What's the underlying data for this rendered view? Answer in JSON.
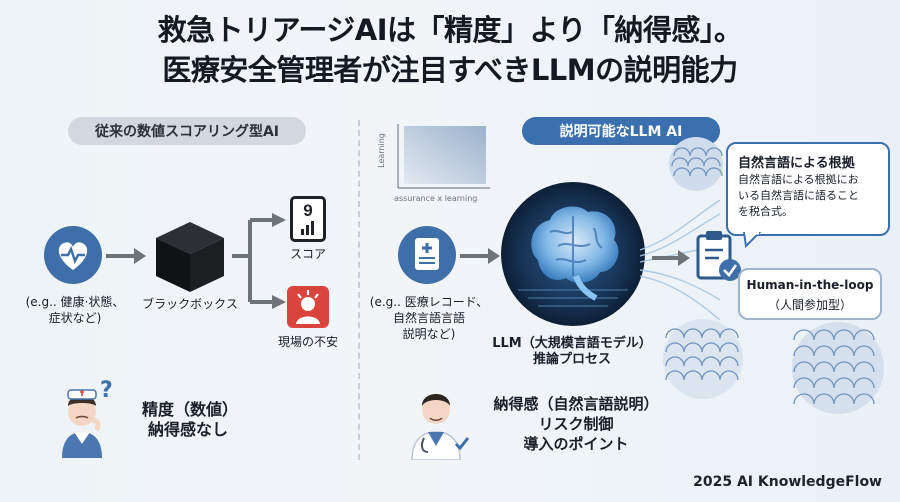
{
  "title": {
    "line1": "救急トリアージAIは「精度」より「納得感」。",
    "line2": "医療安全管理者が注目すべきLLMの説明能力"
  },
  "left": {
    "pill": "従来の数値スコアリング型AI",
    "input_label_1": "(e.g.. 健康·状態、",
    "input_label_2": "症状など)",
    "blackbox_label": "ブラックボックス",
    "score_digit": "9",
    "score_label": "スコア",
    "anxiety_label": "現場の不安",
    "bottom_line1": "精度（数値）",
    "bottom_line2": "納得感なし"
  },
  "right": {
    "pill": "説明可能なLLM AI",
    "mini_chart_ylabel": "Learning",
    "mini_chart_xlabel": "assurance x learning",
    "input_label_1": "(e.g.. 医療レコード、",
    "input_label_2": "自然言語言語",
    "input_label_3": "説明など)",
    "llm_label_1": "LLM（大規模言語モデル）",
    "llm_label_2": "推論プロセス",
    "bubble_title": "自然言語による根拠",
    "bubble_body_1": "自然言語による根拠にお",
    "bubble_body_2": "いる自然言語に語ること",
    "bubble_body_3": "を税合式。",
    "hitl_1": "Human-in-the-loop",
    "hitl_2": "（人間参加型）",
    "bottom_line1": "納得感（自然言語説明）",
    "bottom_line2": "リスク制御",
    "bottom_line3": "導入のポイント"
  },
  "footer": "2025 AI KnowledgeFlow",
  "colors": {
    "accent_blue": "#3a6fb0",
    "icon_blue": "#3e6fa8",
    "alert_red": "#d9443c"
  }
}
